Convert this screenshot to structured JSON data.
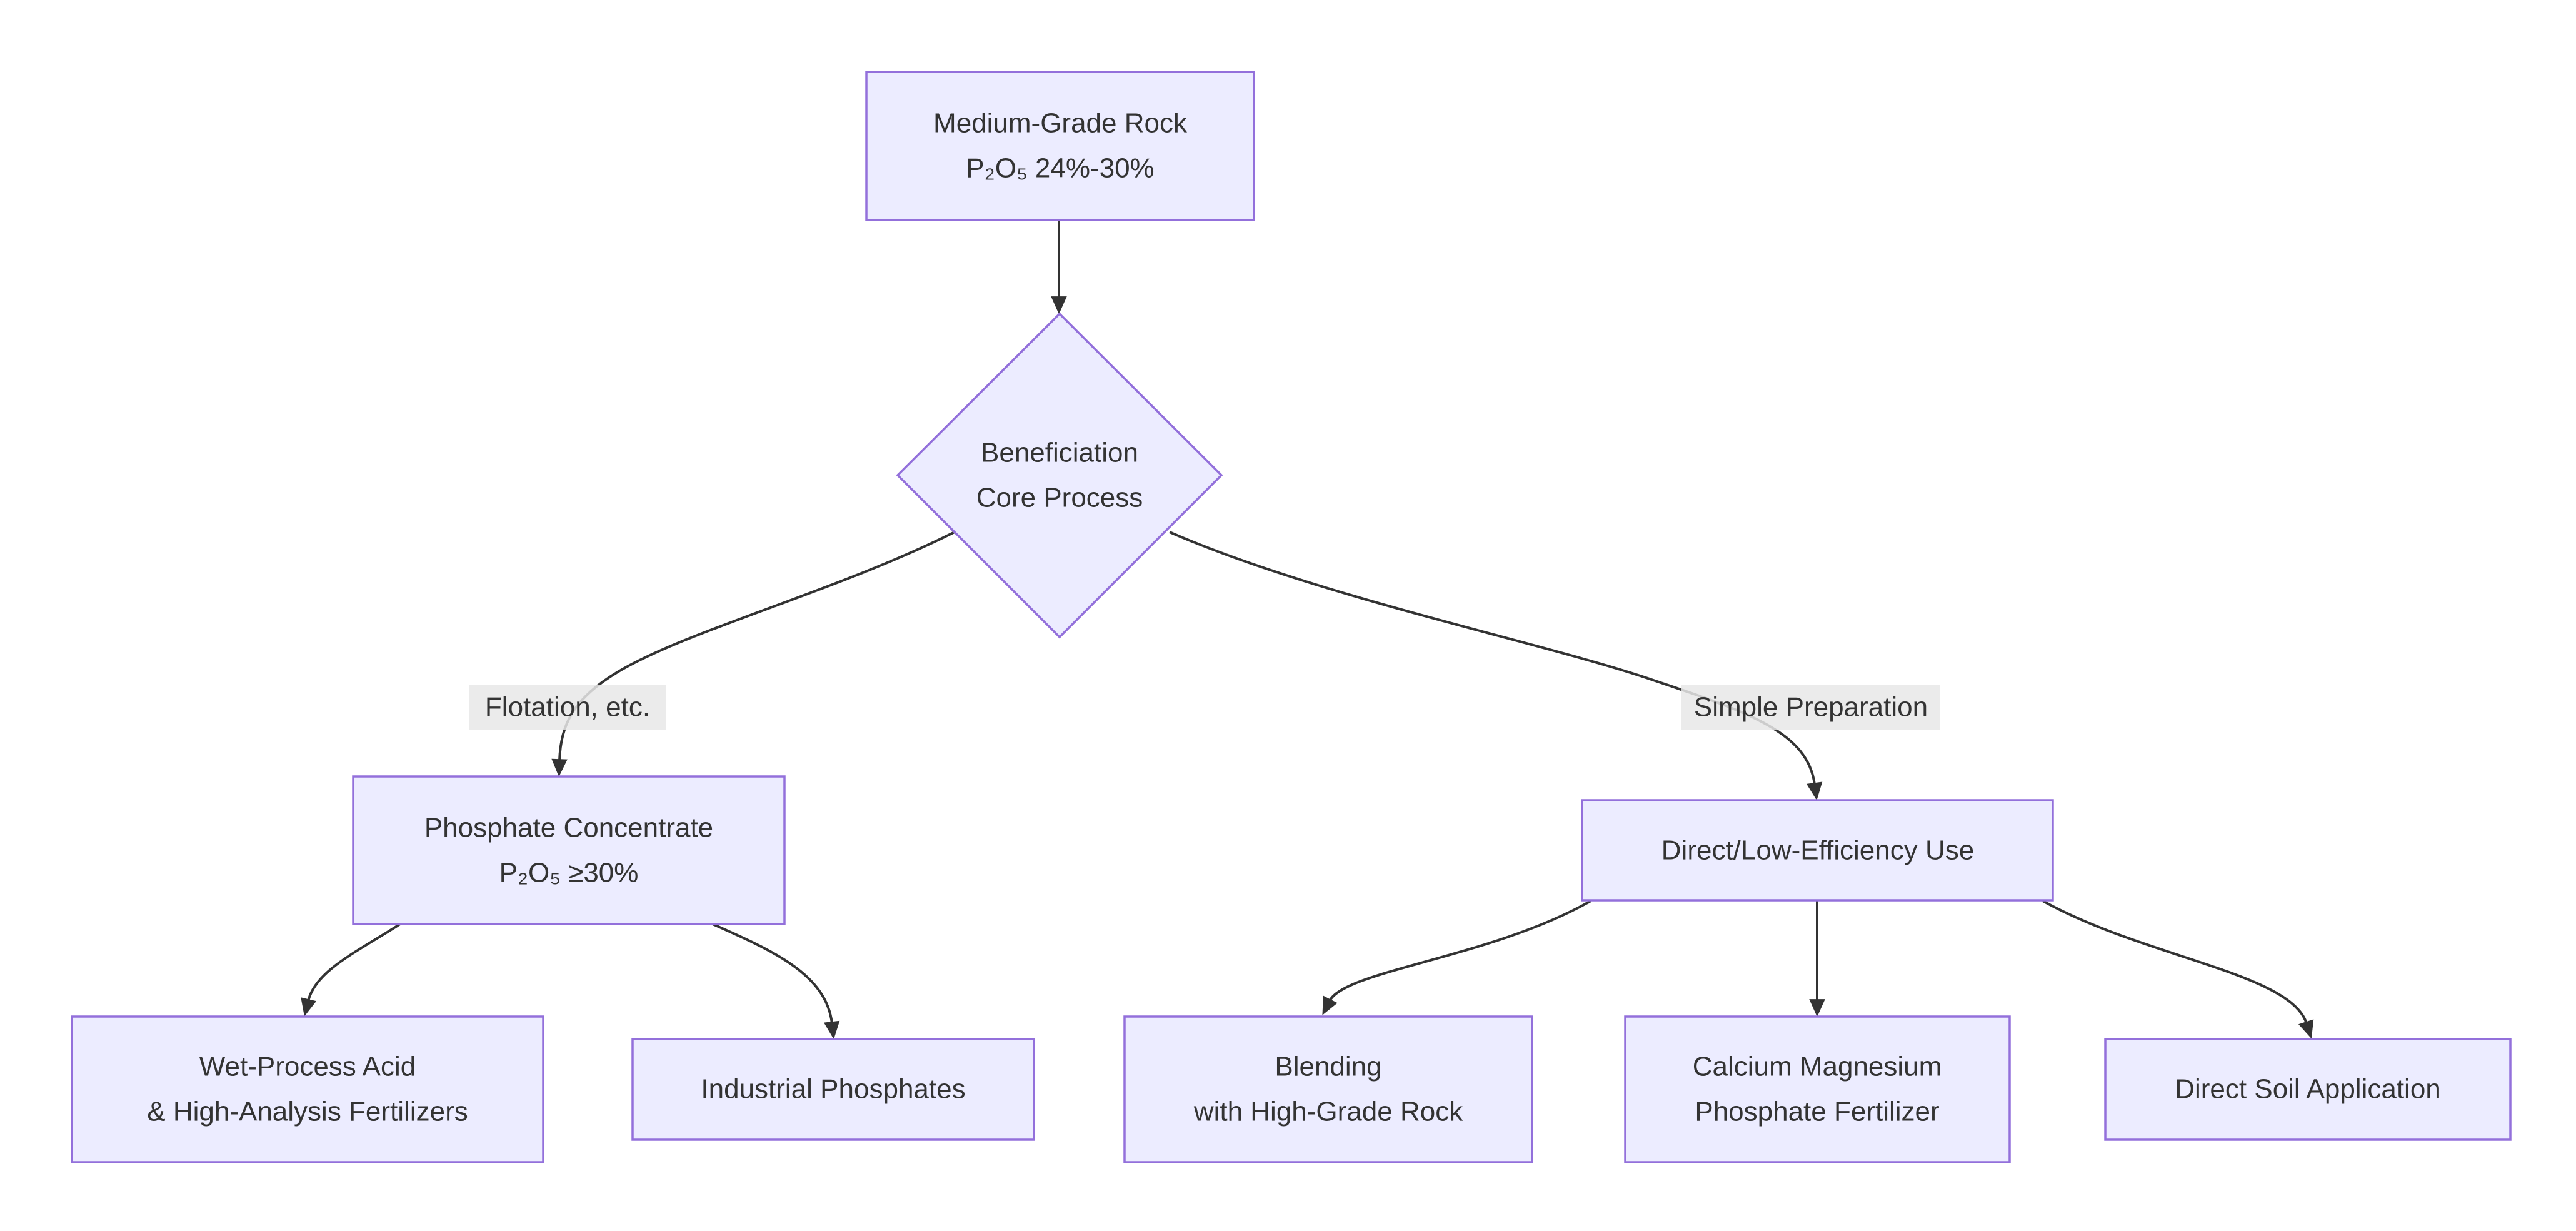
{
  "colors": {
    "nodeFill": "#ECECFF",
    "nodeBorder": "#9370DB",
    "text": "#333333",
    "edge": "#333333",
    "labelBg": "#e8e8e8",
    "background": "#ffffff"
  },
  "nodes": {
    "medium_grade_rock": {
      "line1": "Medium-Grade Rock",
      "line2": "P₂O₅ 24%-30%"
    },
    "beneficiation": {
      "line1": "Beneficiation",
      "line2": "Core Process"
    },
    "phosphate_concentrate": {
      "line1": "Phosphate Concentrate",
      "line2": "P₂O₅ ≥30%"
    },
    "direct_low_efficiency": {
      "line1": "Direct/Low-Efficiency Use"
    },
    "wet_process": {
      "line1": "Wet-Process Acid",
      "line2": "& High-Analysis Fertilizers"
    },
    "industrial_phosphates": {
      "line1": "Industrial Phosphates"
    },
    "blending": {
      "line1": "Blending",
      "line2": "with High-Grade Rock"
    },
    "calcium_magnesium": {
      "line1": "Calcium Magnesium",
      "line2": "Phosphate Fertilizer"
    },
    "direct_soil": {
      "line1": "Direct Soil Application"
    }
  },
  "edge_labels": {
    "flotation": "Flotation, etc.",
    "simple_preparation": "Simple Preparation"
  }
}
